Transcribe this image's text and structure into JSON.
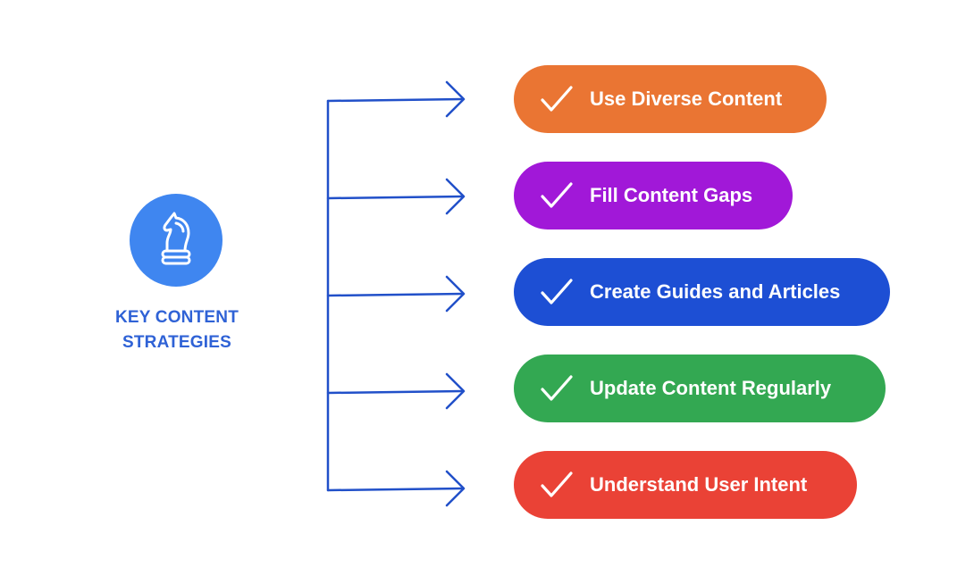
{
  "hub": {
    "icon": "chess-knight-icon",
    "label_line1": "KEY CONTENT",
    "label_line2": "STRATEGIES",
    "color": "#3f86f0",
    "label_color": "#2f62d6"
  },
  "connector_color": "#2150c9",
  "items": [
    {
      "label": "Use Diverse Content",
      "color": "#ea7533",
      "icon": "checkmark-icon"
    },
    {
      "label": "Fill Content Gaps",
      "color": "#a118d8",
      "icon": "checkmark-icon"
    },
    {
      "label": "Create Guides and Articles",
      "color": "#1d4fd4",
      "icon": "checkmark-icon"
    },
    {
      "label": "Update Content Regularly",
      "color": "#33a852",
      "icon": "checkmark-icon"
    },
    {
      "label": "Understand User Intent",
      "color": "#ea4236",
      "icon": "checkmark-icon"
    }
  ]
}
